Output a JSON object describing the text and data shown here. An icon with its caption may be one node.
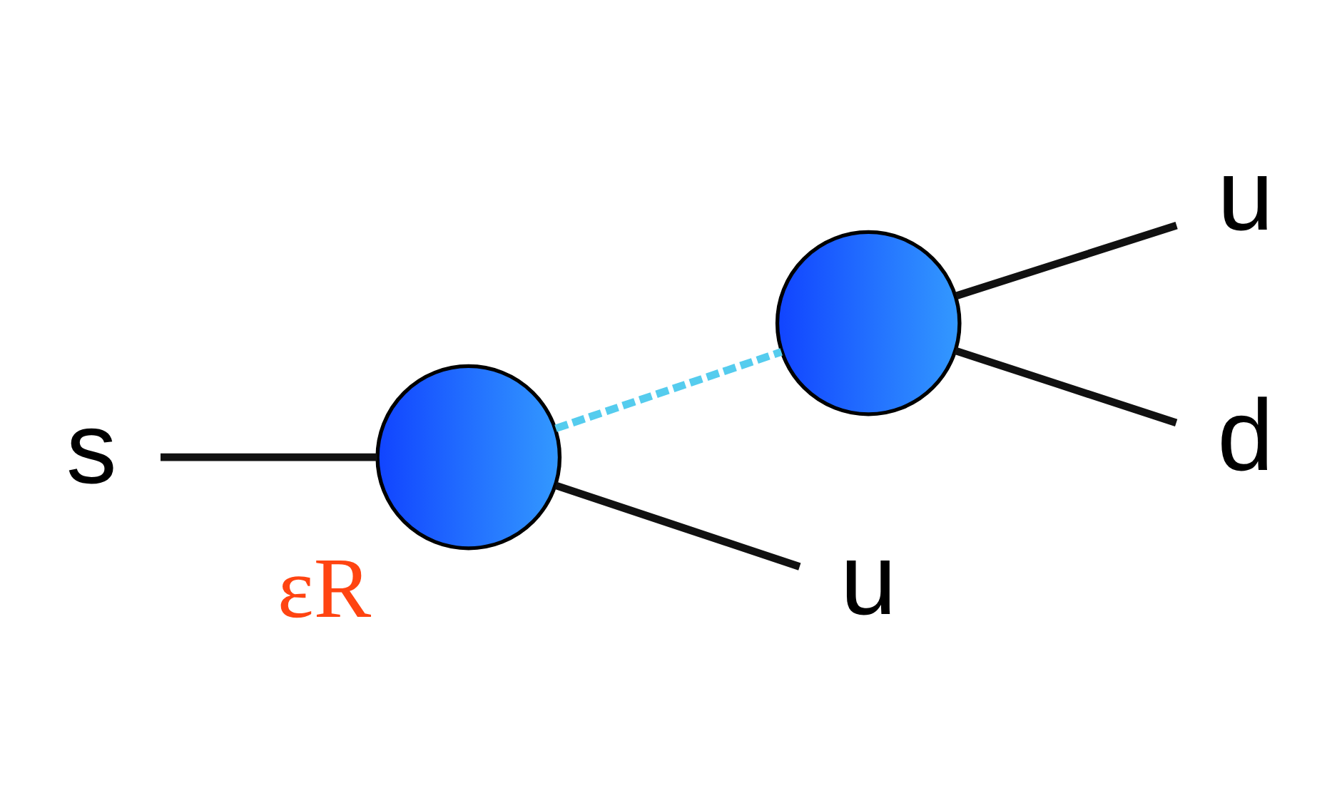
{
  "diagram": {
    "nodes": [
      {
        "text": [
          "s"
        ]
      },
      {
        "text": [],
        "shape": "circle",
        "beside": [
          "εR"
        ]
      },
      {
        "text": [],
        "shape": "circle"
      },
      {
        "text": [
          "u"
        ]
      },
      {
        "text": [
          "u"
        ]
      },
      {
        "text": [
          "d"
        ]
      }
    ],
    "edges": [
      {
        "from": 0,
        "to": 1,
        "arrow": "none"
      },
      {
        "from": 1,
        "to": 3,
        "arrow": "none"
      },
      {
        "from": 1,
        "to": 2,
        "arrow": "none",
        "style": "dashed",
        "color": "#55ccee"
      },
      {
        "from": 2,
        "to": 4,
        "arrow": "none"
      },
      {
        "from": 2,
        "to": 5,
        "arrow": "none"
      }
    ]
  }
}
